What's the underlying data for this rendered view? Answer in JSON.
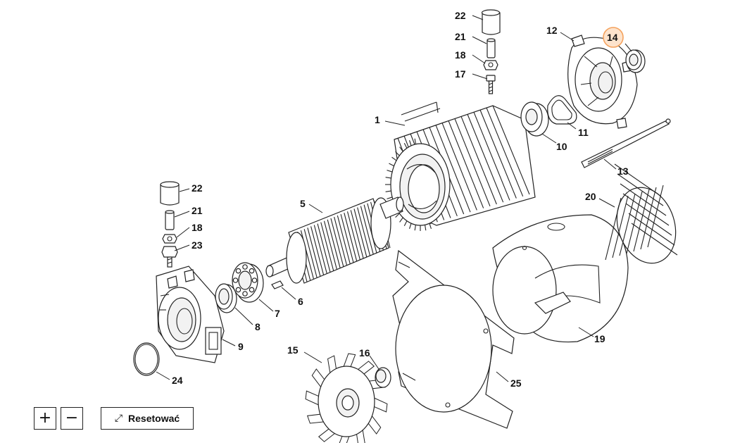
{
  "diagram": {
    "labels": [
      {
        "id": "22a",
        "text": "22"
      },
      {
        "id": "21a",
        "text": "21"
      },
      {
        "id": "18a",
        "text": "18"
      },
      {
        "id": "17",
        "text": "17"
      },
      {
        "id": "12",
        "text": "12"
      },
      {
        "id": "14",
        "text": "14"
      },
      {
        "id": "1",
        "text": "1"
      },
      {
        "id": "11",
        "text": "11"
      },
      {
        "id": "10",
        "text": "10"
      },
      {
        "id": "13",
        "text": "13"
      },
      {
        "id": "22b",
        "text": "22"
      },
      {
        "id": "21b",
        "text": "21"
      },
      {
        "id": "18b",
        "text": "18"
      },
      {
        "id": "23",
        "text": "23"
      },
      {
        "id": "5",
        "text": "5"
      },
      {
        "id": "20",
        "text": "20"
      },
      {
        "id": "6",
        "text": "6"
      },
      {
        "id": "7",
        "text": "7"
      },
      {
        "id": "8",
        "text": "8"
      },
      {
        "id": "9",
        "text": "9"
      },
      {
        "id": "19",
        "text": "19"
      },
      {
        "id": "24",
        "text": "24"
      },
      {
        "id": "15",
        "text": "15"
      },
      {
        "id": "16",
        "text": "16"
      },
      {
        "id": "25",
        "text": "25"
      }
    ],
    "highlight_color": "#f5a25d",
    "highlight_fill": "#fde3cc"
  },
  "controls": {
    "zoom_in": "+",
    "zoom_out": "−",
    "reset_icon": "⤢",
    "reset_label": "Resetować"
  }
}
